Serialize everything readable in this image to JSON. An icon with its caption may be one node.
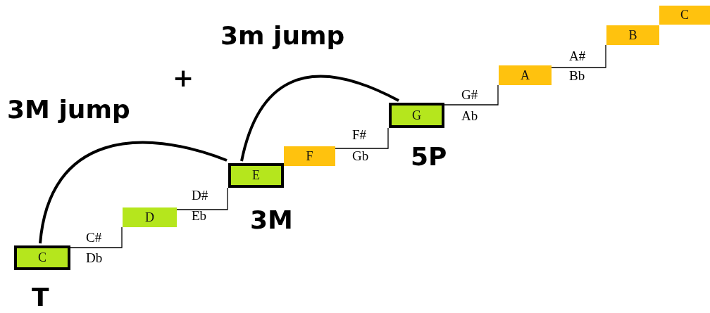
{
  "diagram": {
    "nodes": [
      {
        "text": [
          "C"
        ],
        "beside": [
          "T"
        ]
      },
      {
        "text": [
          "D"
        ]
      },
      {
        "text": [
          "E"
        ],
        "beside": [
          "3M"
        ]
      },
      {
        "text": [
          "F"
        ]
      },
      {
        "text": [
          "G"
        ],
        "beside": [
          "5P"
        ]
      },
      {
        "text": [
          "A"
        ]
      },
      {
        "text": [
          "B"
        ]
      },
      {
        "text": [
          "C"
        ]
      }
    ],
    "edges": [
      {
        "from": 0,
        "to": 1,
        "arrow": "none"
      },
      {
        "from": 1,
        "to": 2,
        "arrow": "none"
      },
      {
        "from": 3,
        "to": 4,
        "arrow": "none"
      },
      {
        "from": 4,
        "to": 5,
        "arrow": "none"
      },
      {
        "from": 5,
        "to": 6,
        "arrow": "none"
      },
      {
        "from": 0,
        "to": 2,
        "arrow": "none",
        "style": "thick"
      },
      {
        "from": 2,
        "to": 4,
        "arrow": "none",
        "style": "thick"
      }
    ],
    "labels": [
      "3m jump",
      "+",
      "3M jump",
      "C#",
      "Db",
      "D#",
      "Eb",
      "F#",
      "Gb",
      "G#",
      "Ab",
      "A#",
      "Bb"
    ]
  }
}
